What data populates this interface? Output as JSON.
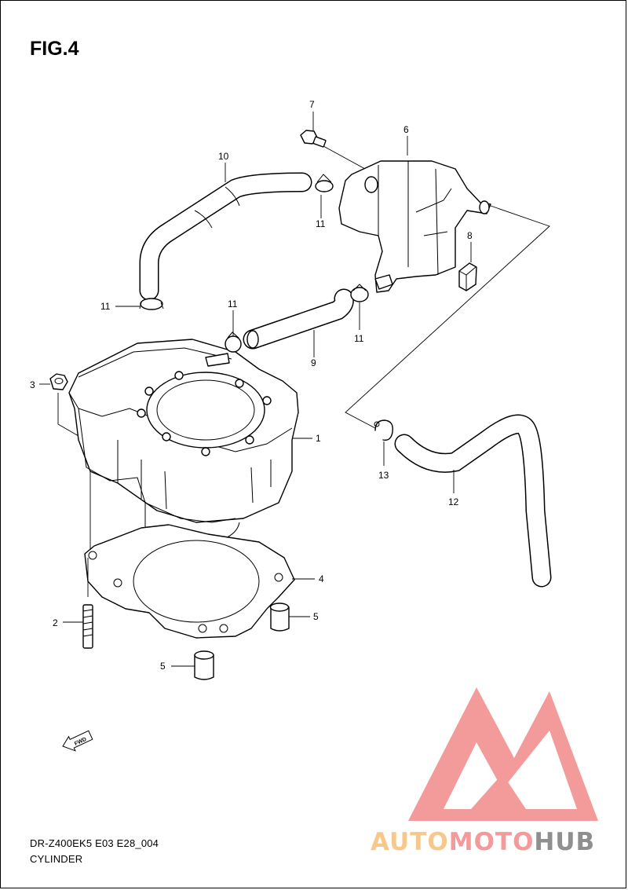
{
  "figure": {
    "title": "FIG.4",
    "model_code": "DR-Z400EK5 E03 E28_004",
    "section_name": "CYLINDER"
  },
  "callouts": [
    {
      "id": "c1",
      "label": "1"
    },
    {
      "id": "c2",
      "label": "2"
    },
    {
      "id": "c3",
      "label": "3"
    },
    {
      "id": "c4",
      "label": "4"
    },
    {
      "id": "c5a",
      "label": "5"
    },
    {
      "id": "c5b",
      "label": "5"
    },
    {
      "id": "c6",
      "label": "6"
    },
    {
      "id": "c7",
      "label": "7"
    },
    {
      "id": "c8",
      "label": "8"
    },
    {
      "id": "c9",
      "label": "9"
    },
    {
      "id": "c10",
      "label": "10"
    },
    {
      "id": "c11a",
      "label": "11"
    },
    {
      "id": "c11b",
      "label": "11"
    },
    {
      "id": "c11c",
      "label": "11"
    },
    {
      "id": "c11d",
      "label": "11"
    },
    {
      "id": "c12",
      "label": "12"
    },
    {
      "id": "c13",
      "label": "13"
    }
  ],
  "direction_marker": {
    "label": "FWD"
  },
  "watermark": {
    "part1": "AUTO",
    "part2": "MOTO",
    "part3": "HUB",
    "colors": {
      "auto": "#f7c88a",
      "moto": "#f49a9a",
      "hub": "#8f8f8f",
      "logo": "#f28a8a"
    }
  }
}
